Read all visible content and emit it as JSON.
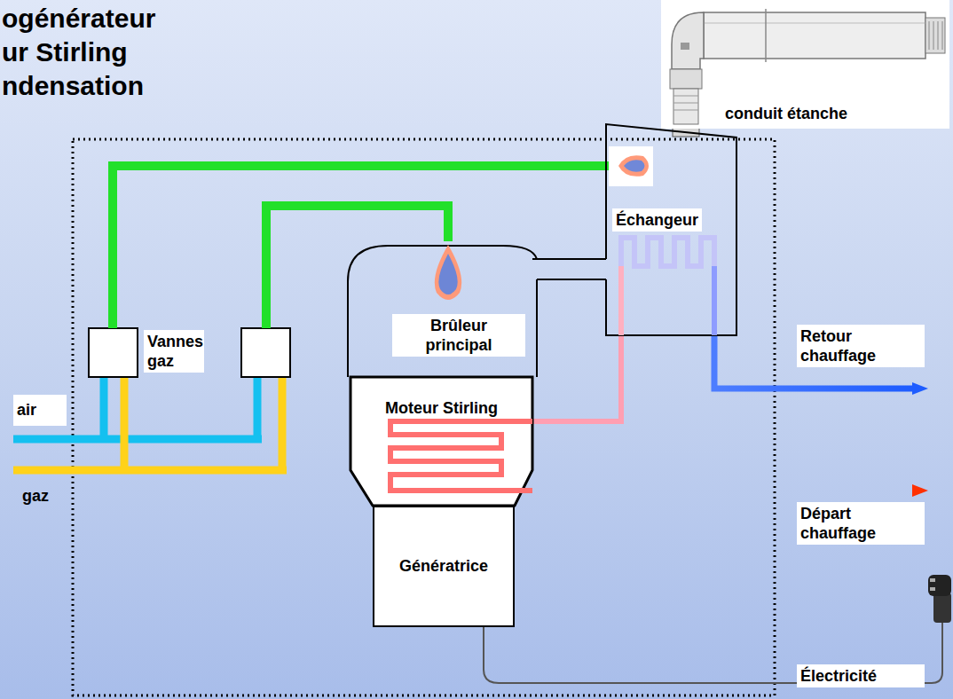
{
  "diagram": {
    "title": "ogénérateur ur Stirling ndensation",
    "nodes": [
      {
        "text": [
          "conduit étanche"
        ]
      },
      {
        "text": [
          "Échangeur"
        ]
      },
      {
        "text": [
          "Brûleur principal"
        ]
      },
      {
        "text": [
          "Moteur Stirling"
        ]
      },
      {
        "text": [
          "Génératrice"
        ]
      }
    ],
    "edges": [
      {
        "from": 1,
        "to": 3,
        "arrow": "none"
      }
    ],
    "labels": [
      "Vannes gaz",
      "air",
      "gaz",
      "Retour chauffage",
      "Départ chauffage",
      "Électricité"
    ]
  }
}
